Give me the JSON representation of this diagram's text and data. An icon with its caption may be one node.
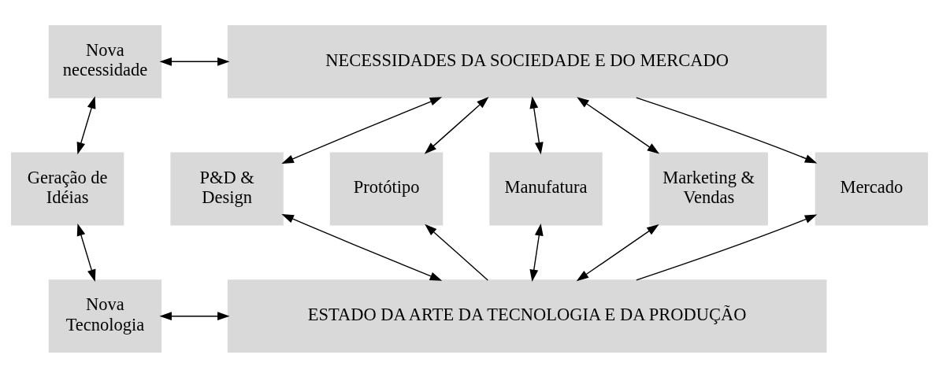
{
  "diagram": {
    "nodes": [
      {
        "text": [
          "Nova necessidade"
        ]
      },
      {
        "text": [
          "NECESSIDADES DA SOCIEDADE E DO MERCADO"
        ]
      },
      {
        "text": [
          "Geração de Idéias"
        ]
      },
      {
        "text": [
          "P&D & Design"
        ]
      },
      {
        "text": [
          "Protótipo"
        ]
      },
      {
        "text": [
          "Manufatura"
        ]
      },
      {
        "text": [
          "Marketing & Vendas"
        ]
      },
      {
        "text": [
          "Mercado"
        ]
      },
      {
        "text": [
          "Nova Tecnologia"
        ]
      },
      {
        "text": [
          "ESTADO DA ARTE DA TECNOLOGIA E DA PRODUÇÃO"
        ]
      }
    ],
    "edges": [
      {
        "from": 0,
        "to": 1,
        "arrow": "both"
      },
      {
        "from": 0,
        "to": 2,
        "arrow": "both"
      },
      {
        "from": 1,
        "to": 3,
        "arrow": "both"
      },
      {
        "from": 1,
        "to": 4,
        "arrow": "both"
      },
      {
        "from": 1,
        "to": 5,
        "arrow": "both"
      },
      {
        "from": 1,
        "to": 6,
        "arrow": "both"
      },
      {
        "from": 1,
        "to": 7,
        "arrow": "to"
      },
      {
        "from": 2,
        "to": 8,
        "arrow": "both"
      },
      {
        "from": 3,
        "to": 9,
        "arrow": "both"
      },
      {
        "from": 9,
        "to": 4,
        "arrow": "to"
      },
      {
        "from": 5,
        "to": 9,
        "arrow": "both"
      },
      {
        "from": 6,
        "to": 9,
        "arrow": "both"
      },
      {
        "from": 8,
        "to": 9,
        "arrow": "both"
      },
      {
        "from": 9,
        "to": 7,
        "arrow": "to"
      }
    ]
  }
}
